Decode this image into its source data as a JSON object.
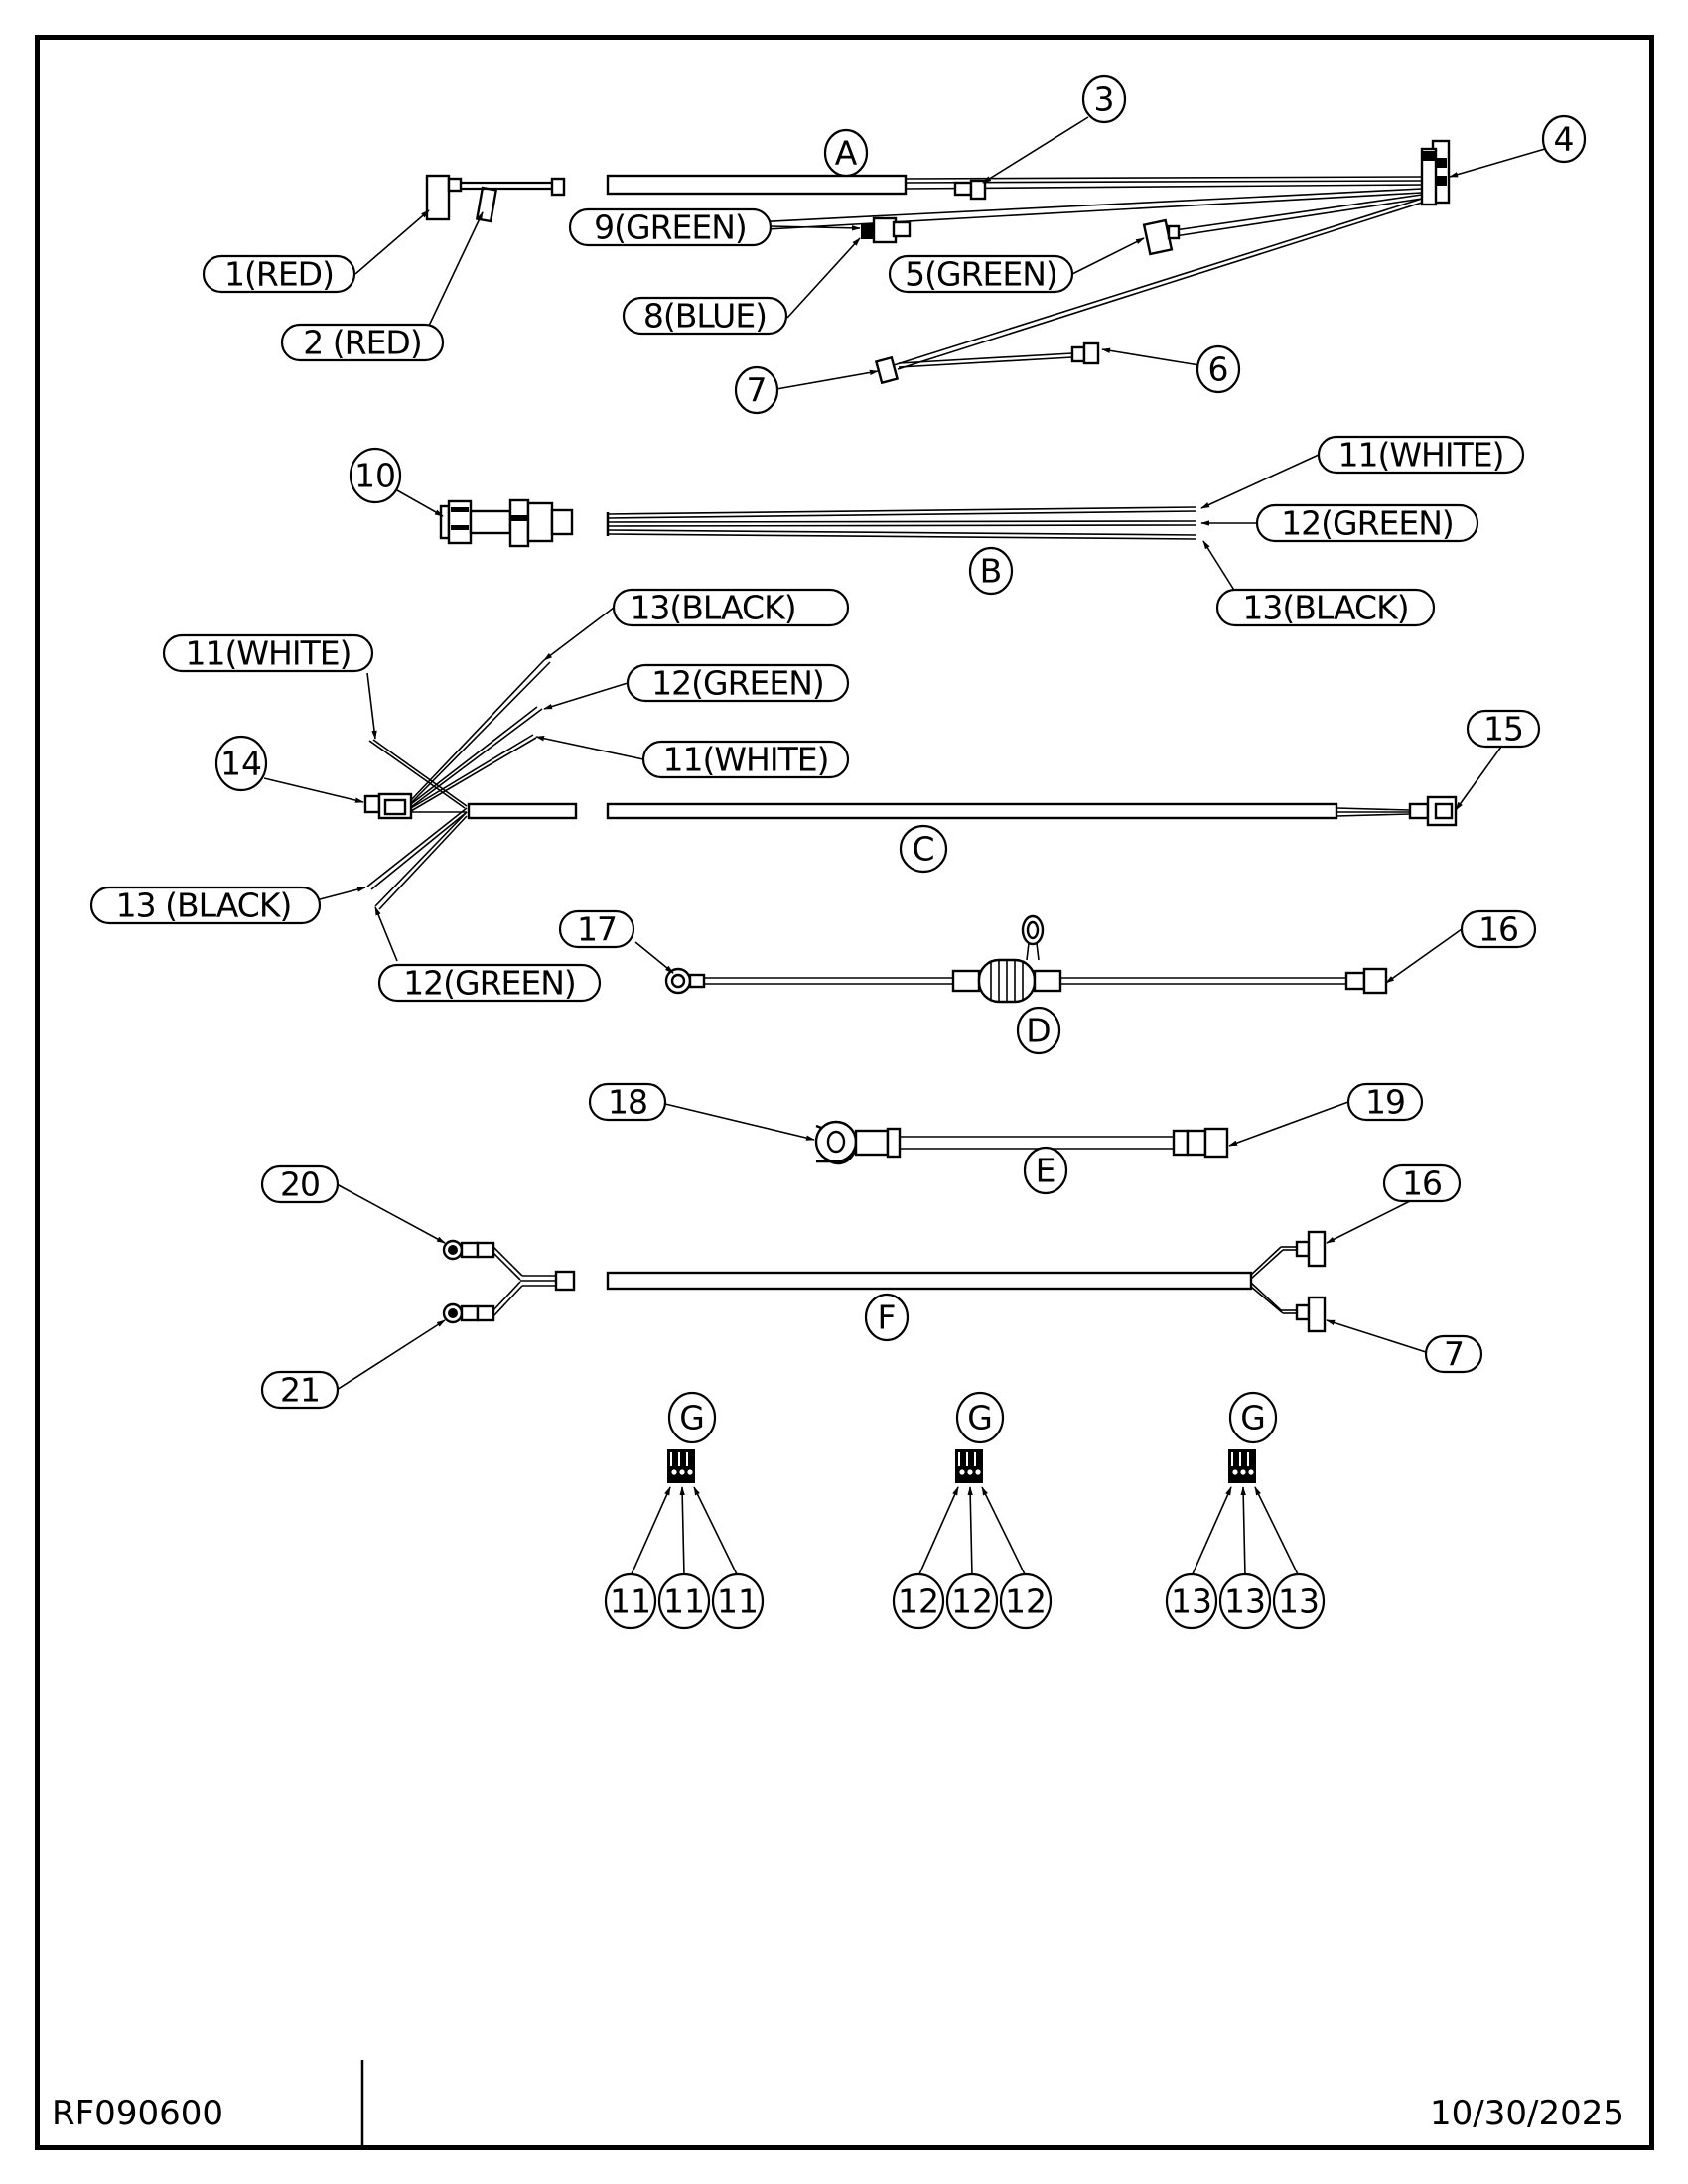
{
  "drawing": {
    "part_number": "RF090600",
    "date": "10/30/2025"
  },
  "assemblies": {
    "A": "A",
    "B": "B",
    "C": "C",
    "D": "D",
    "E": "E",
    "F": "F",
    "G": "G"
  },
  "callouts": {
    "c1": "1(RED)",
    "c2": "2 (RED)",
    "c3": "3",
    "c4": "4",
    "c5": "5(GREEN)",
    "c6": "6",
    "c7a": "7",
    "c8": "8(BLUE)",
    "c9": "9(GREEN)",
    "c10": "10",
    "b11": "11(WHITE)",
    "b12": "12(GREEN)",
    "b13": "13(BLACK)",
    "c13top": "13(BLACK)",
    "c11left": "11(WHITE)",
    "c12top": "12(GREEN)",
    "c11mid": "11(WHITE)",
    "c14": "14",
    "c15": "15",
    "c13bot": "13 (BLACK)",
    "c12bot": "12(GREEN)",
    "c17": "17",
    "c16a": "16",
    "c18": "18",
    "c19": "19",
    "c20": "20",
    "c21": "21",
    "c16b": "16",
    "c7b": "7"
  },
  "g_groups": [
    {
      "label": "G",
      "pins": [
        "11",
        "11",
        "11"
      ]
    },
    {
      "label": "G",
      "pins": [
        "12",
        "12",
        "12"
      ]
    },
    {
      "label": "G",
      "pins": [
        "13",
        "13",
        "13"
      ]
    }
  ]
}
